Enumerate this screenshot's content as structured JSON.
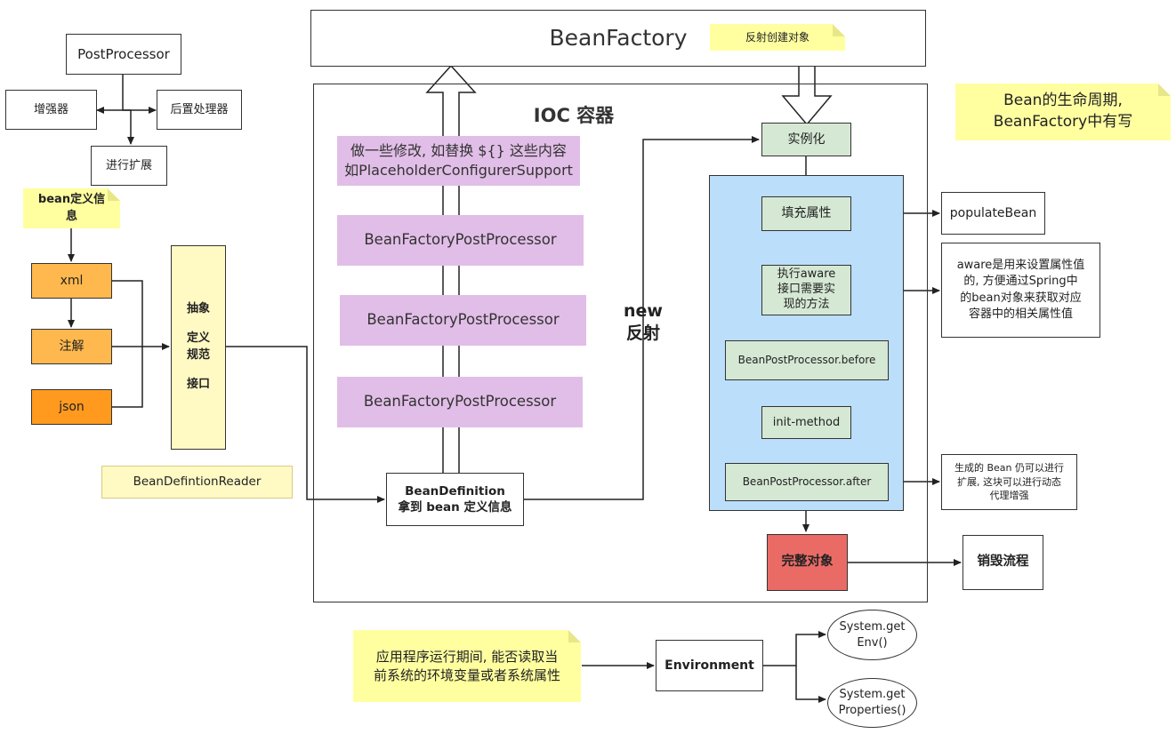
{
  "bean_factory": {
    "label": "BeanFactory",
    "note": "反射创建对象"
  },
  "ioc": {
    "title": "IOC 容器"
  },
  "lifecycle_note": {
    "line1": "Bean的生命周期,",
    "line2": "BeanFactory中有写"
  },
  "post_processor": {
    "label": "PostProcessor",
    "enhancer": "增强器",
    "after_processor": "后置处理器",
    "extend": "进行扩展"
  },
  "bean_def_note": {
    "line1": "bean定义信",
    "line2": "息"
  },
  "sources": {
    "xml": "xml",
    "annotation": "注解",
    "json": "json"
  },
  "abstract_spec": {
    "l1": "抽象",
    "l2": "定义",
    "l3": "规范",
    "l4": "接口"
  },
  "reader": {
    "label": "BeanDefintionReader"
  },
  "bean_definition": {
    "line1": "BeanDefinition",
    "line2": "拿到 bean 定义信息"
  },
  "modify_note": {
    "line1": "做一些修改, 如替换 ${} 这些内容",
    "line2": "如PlaceholderConfigurerSupport"
  },
  "bfpp": [
    "BeanFactoryPostProcessor",
    "BeanFactoryPostProcessor",
    "BeanFactoryPostProcessor"
  ],
  "reflect_label": {
    "line1": "new",
    "line2": "反射"
  },
  "lifecycle": {
    "instantiate": "实例化",
    "populate": "填充属性",
    "aware": {
      "l1": "执行aware",
      "l2": "接口需要实",
      "l3": "现的方法"
    },
    "bpp_before": "BeanPostProcessor.before",
    "init_method": "init-method",
    "bpp_after": "BeanPostProcessor.after",
    "complete": "完整对象",
    "destroy": "销毁流程"
  },
  "side_notes": {
    "populate_bean": "populateBean",
    "aware_desc": {
      "l1": "aware是用来设置属性值",
      "l2": "的, 方便通过Spring中",
      "l3": "的bean对象来获取对应",
      "l4": "容器中的相关属性值"
    },
    "after_desc": {
      "l1": "生成的 Bean 仍可以进行",
      "l2": "扩展, 这块可以进行动态",
      "l3": "代理增强"
    }
  },
  "environment": {
    "note_line1": "应用程序运行期间, 能否读取当",
    "note_line2": "前系统的环境变量或者系统属性",
    "label": "Environment",
    "get_env": {
      "l1": "System.get",
      "l2": "Env()"
    },
    "get_props": {
      "l1": "System.get",
      "l2": "Properties()"
    }
  },
  "colors": {
    "note_yellow": "#ffffa0",
    "green": "#d5e8d4",
    "blue": "#bbdefb",
    "purple": "#e1bee7",
    "orange": "#ffb84d",
    "red": "#ea6b66",
    "pale_yellow": "#fff9c4"
  }
}
